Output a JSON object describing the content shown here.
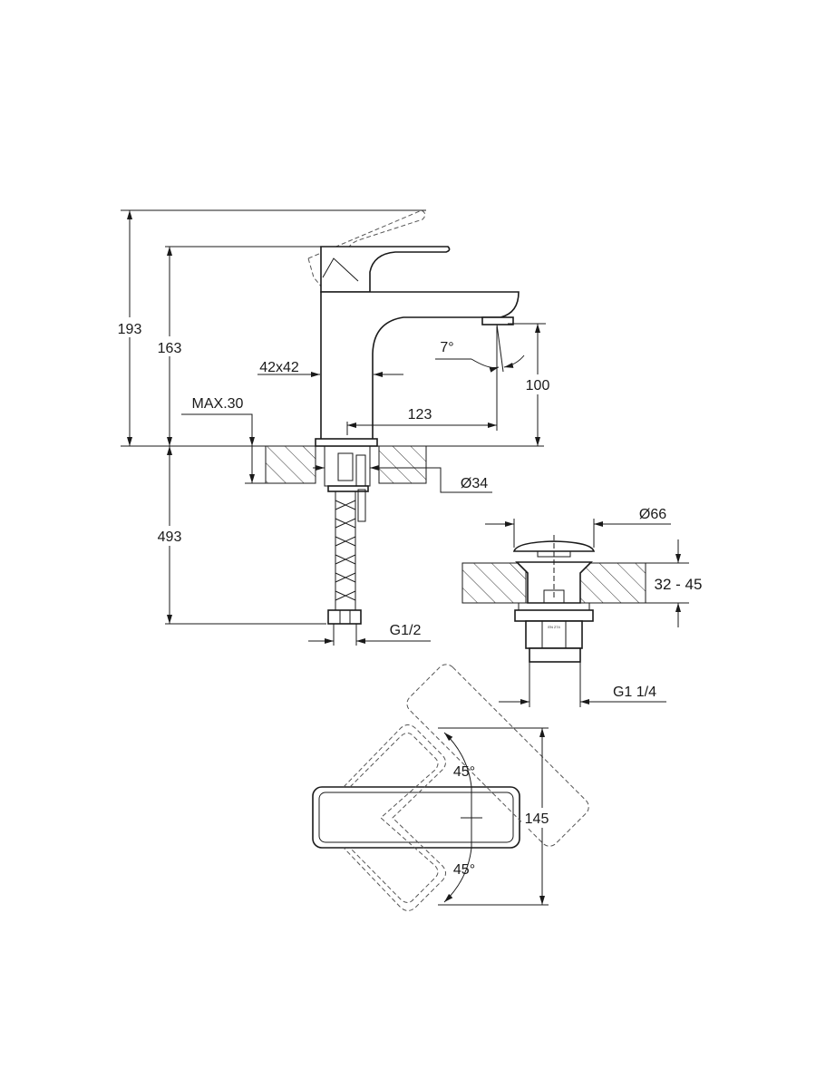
{
  "dimensions": {
    "total_height": "193",
    "body_height": "163",
    "body_section": "42x42",
    "max_counter": "MAX.30",
    "spout_reach": "123",
    "spout_height": "100",
    "spout_angle": "7°",
    "hole_diameter": "Ø34",
    "hose_length": "493",
    "hose_thread": "G1/2",
    "drain_cap_diameter": "Ø66",
    "drain_thickness_range": "32 - 45",
    "drain_thread": "G1 1/4",
    "handle_depth": "145",
    "rotation_angle_top": "45°",
    "rotation_angle_bottom": "45°"
  },
  "drain_marking": "EN 274"
}
